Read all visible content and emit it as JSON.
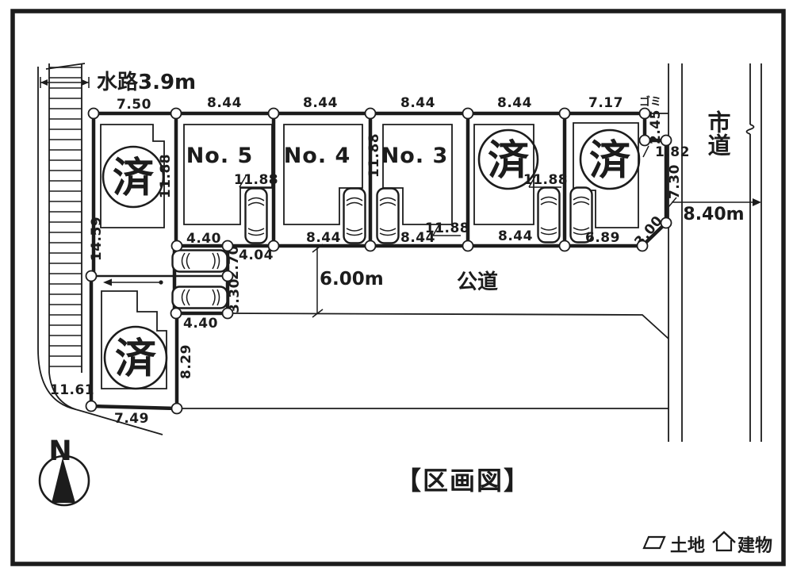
{
  "title": "【区画図】",
  "compass": {
    "north": "N"
  },
  "legend": {
    "land": "土地",
    "building": "建物"
  },
  "roads": {
    "waterway": "水路3.9m",
    "city_road": "市道",
    "city_road_width": "8.40m",
    "public_road": "公道",
    "public_road_width": "6.00m",
    "garbage": "ゴミ"
  },
  "lots": {
    "sold": "済",
    "no5": "No. 5",
    "no4": "No. 4",
    "no3": "No. 3"
  },
  "dims": {
    "w750": "7.50",
    "w844": "8.44",
    "w717": "7.17",
    "d1188": "11.88",
    "d1459": "14.59",
    "d440": "4.40",
    "d404": "4.04",
    "d270": "2.70",
    "d330": "3.30",
    "d829": "8.29",
    "d749": "7.49",
    "d1161": "11.61",
    "d245": "2.45",
    "d182": "1.82",
    "d730": "7.30",
    "d300": "3.00",
    "d689": "6.89"
  },
  "colors": {
    "ink": "#1c1c1c",
    "paper": "#ffffff"
  }
}
